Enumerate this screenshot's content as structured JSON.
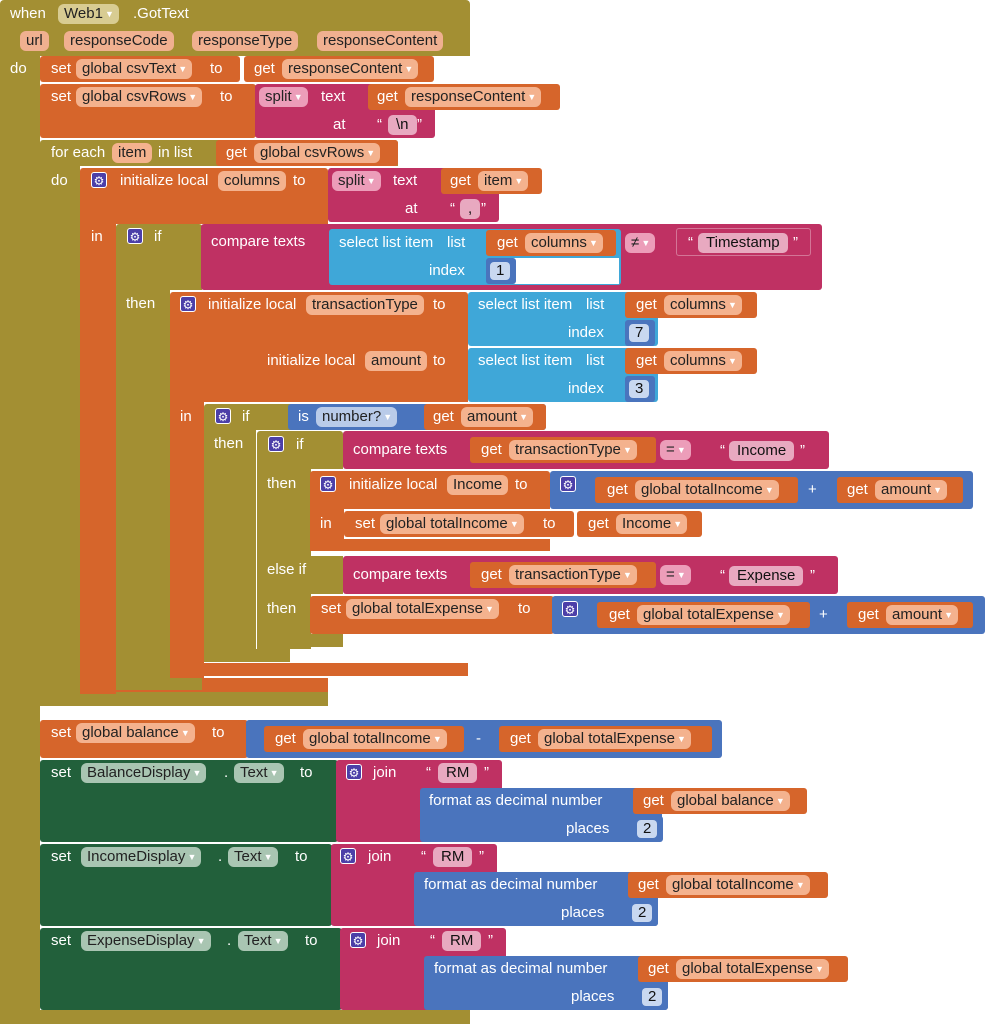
{
  "event": {
    "when": "when",
    "component": "Web1",
    "event_name": ".GotText",
    "params": [
      "url",
      "responseCode",
      "responseType",
      "responseContent"
    ],
    "do": "do"
  },
  "kw": {
    "set": "set",
    "to": "to",
    "get": "get",
    "split": "split",
    "text": "text",
    "at": "at",
    "for_each": "for each",
    "in_list": "in list",
    "do": "do",
    "in": "in",
    "initialize_local": "initialize local",
    "if": "if",
    "then": "then",
    "else_if": "else if",
    "compare_texts": "compare texts",
    "select_list_item": "select list item",
    "list": "list",
    "index": "index",
    "is_number": "number?",
    "is": "is",
    "join": "join",
    "format_decimal": "format as decimal number",
    "places": "places",
    "dot": "."
  },
  "vars": {
    "csvText": "global csvText",
    "csvRows": "global csvRows",
    "responseContent": "responseContent",
    "item": "item",
    "columns": "columns",
    "transactionType": "transactionType",
    "amount": "amount",
    "Income": "Income",
    "totalIncome": "global totalIncome",
    "totalExpense": "global totalExpense",
    "balance": "global balance"
  },
  "literals": {
    "newline": "\\n",
    "comma": ",",
    "timestamp": "Timestamp",
    "income_str": "Income",
    "expense_str": "Expense",
    "rm": "RM",
    "idx7": "7",
    "idx3": "3",
    "idx1": "1",
    "places2": "2"
  },
  "ops": {
    "neq": "≠",
    "eq": "=",
    "plus": "+",
    "minus": "-"
  },
  "components": {
    "balance": "BalanceDisplay",
    "income": "IncomeDisplay",
    "expense": "ExpenseDisplay",
    "prop": "Text"
  },
  "colors": {
    "control": "#a38f33",
    "variable": "#d6652b",
    "text": "#bf3163",
    "list": "#3fa7d8",
    "math": "#4a74bd",
    "component": "#22603b",
    "mutator": "#4c3fa8"
  },
  "icons": {
    "mutator": "gear-icon",
    "dropdown": "dropdown-arrow-icon"
  }
}
